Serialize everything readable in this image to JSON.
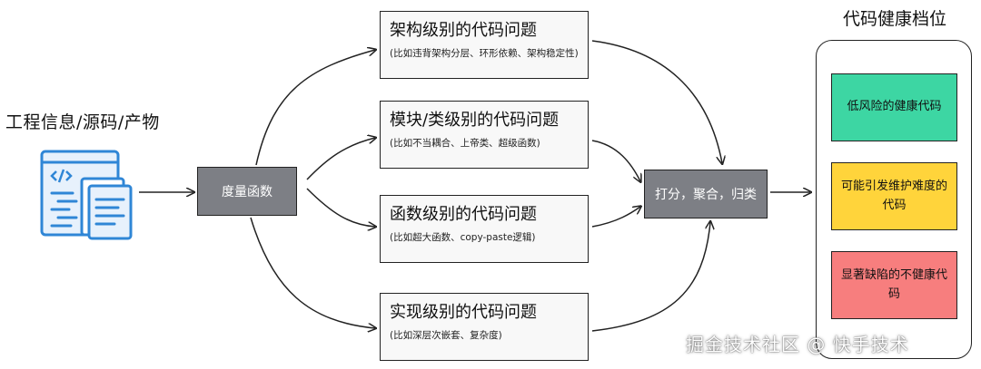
{
  "source": {
    "title": "工程信息/源码/产物",
    "icon": "code-document-icon"
  },
  "measure": {
    "label": "度量函数"
  },
  "issues": [
    {
      "title": "架构级别的代码问题",
      "subtitle": "(比如违背架构分层、环形依赖、架构稳定性)"
    },
    {
      "title": "模块/类级别的代码问题",
      "subtitle": "(比如不当耦合、上帝类、超级函数)"
    },
    {
      "title": "函数级别的代码问题",
      "subtitle": "(比如超大函数、copy-paste逻辑)"
    },
    {
      "title": "实现级别的代码问题",
      "subtitle": "(比如深层次嵌套、复杂度)"
    }
  ],
  "aggregate": {
    "label": "打分，聚合，归类"
  },
  "levels": {
    "title": "代码健康档位",
    "items": [
      {
        "label": "低风险的健康代码",
        "color": "#3dd6a3"
      },
      {
        "label": "可能引发维护难度的代码",
        "color": "#ffd43b"
      },
      {
        "label": "显著缺陷的不健康代码",
        "color": "#f77e7e"
      }
    ]
  },
  "watermark": "掘金技术社区 @ 快手技术"
}
